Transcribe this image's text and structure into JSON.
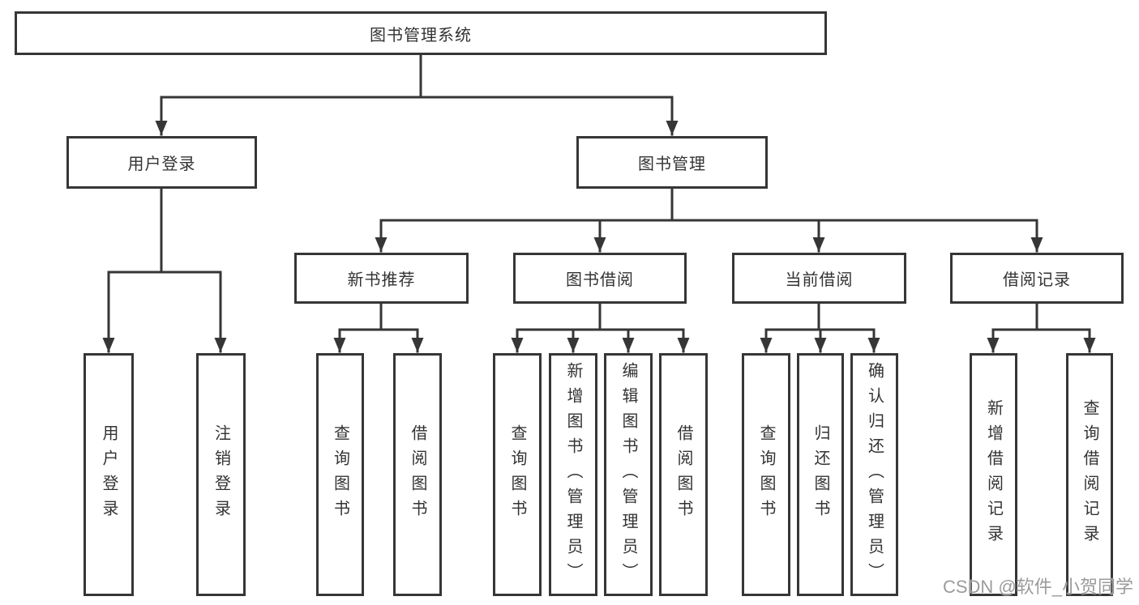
{
  "tree": {
    "root": "图书管理系统",
    "children": [
      {
        "label": "用户登录",
        "children": [
          {
            "label": "用户登录"
          },
          {
            "label": "注销登录"
          }
        ]
      },
      {
        "label": "图书管理",
        "children": [
          {
            "label": "新书推荐",
            "children": [
              {
                "label": "查询图书"
              },
              {
                "label": "借阅图书"
              }
            ]
          },
          {
            "label": "图书借阅",
            "children": [
              {
                "label": "查询图书"
              },
              {
                "label": "新增图书（管理员）"
              },
              {
                "label": "编辑图书（管理员）"
              },
              {
                "label": "借阅图书"
              }
            ]
          },
          {
            "label": "当前借阅",
            "children": [
              {
                "label": "查询图书"
              },
              {
                "label": "归还图书"
              },
              {
                "label": "确认归还（管理员）"
              }
            ]
          },
          {
            "label": "借阅记录",
            "children": [
              {
                "label": "新增借阅记录"
              },
              {
                "label": "查询借阅记录"
              }
            ]
          }
        ]
      }
    ]
  },
  "watermark": "CSDN @软件_小贺同学",
  "colors": {
    "line": "#363636",
    "text": "#333333",
    "watermark": "#9b9b9b",
    "background": "#ffffff"
  }
}
